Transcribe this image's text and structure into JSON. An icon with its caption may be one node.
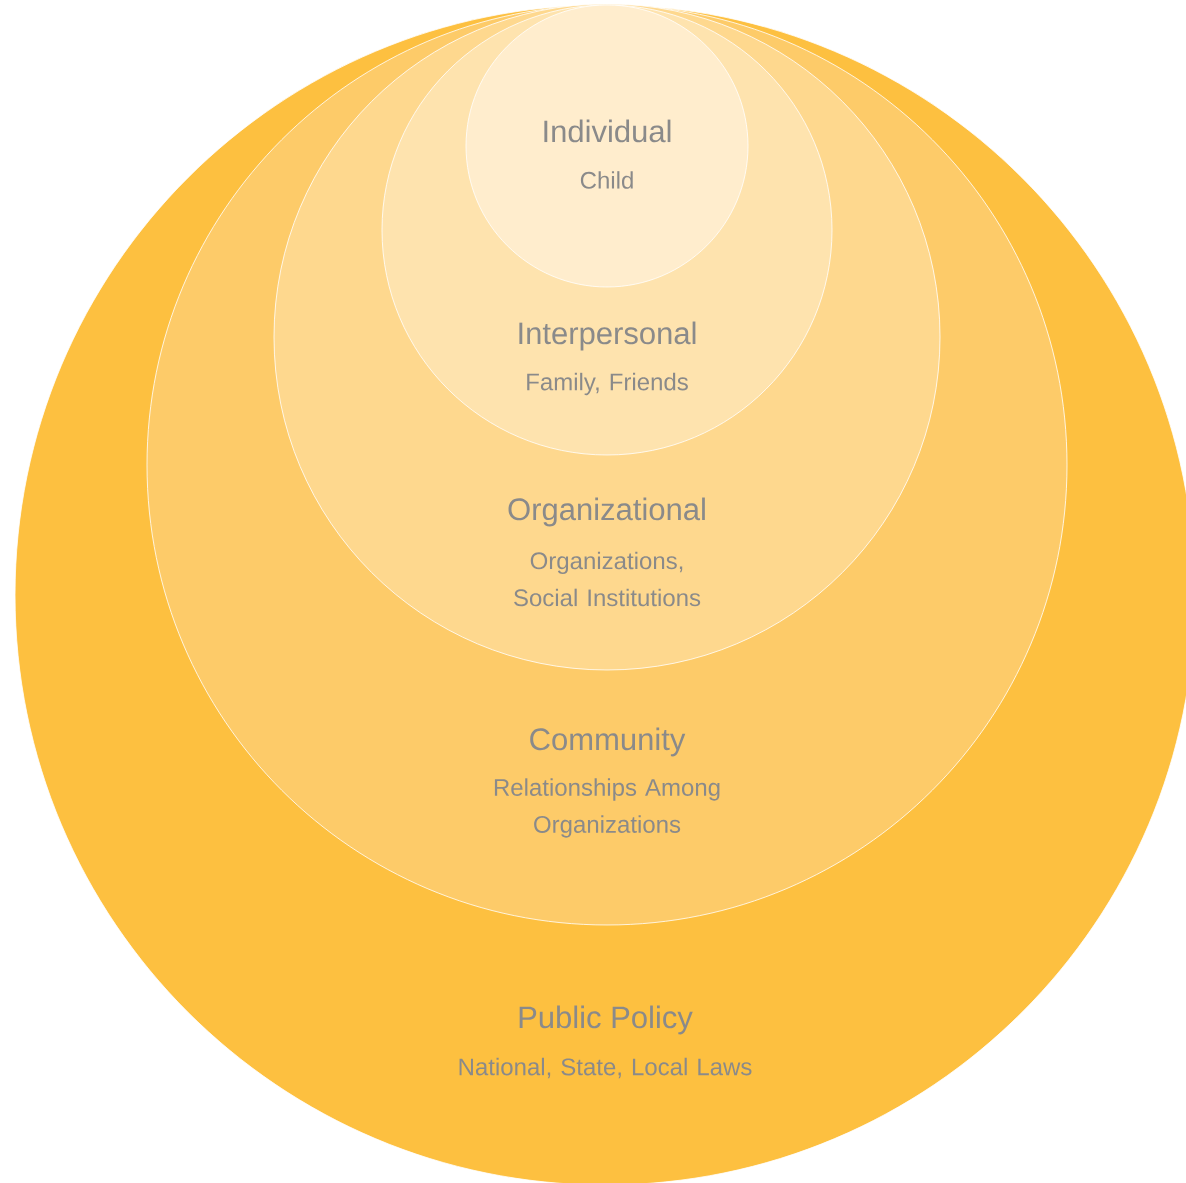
{
  "diagram": {
    "nodes": [
      {
        "text": [
          "Public Policy",
          "National, State, Local Laws"
        ]
      },
      {
        "text": [
          "Community",
          "Relationships Among Organizations"
        ],
        "in": 0
      },
      {
        "text": [
          "Organizational",
          "Organizations, Social Institutions"
        ],
        "in": 1
      },
      {
        "text": [
          "Interpersonal",
          "Family, Friends"
        ],
        "in": 2
      },
      {
        "text": [
          "Individual",
          "Child"
        ],
        "in": 3
      }
    ]
  }
}
